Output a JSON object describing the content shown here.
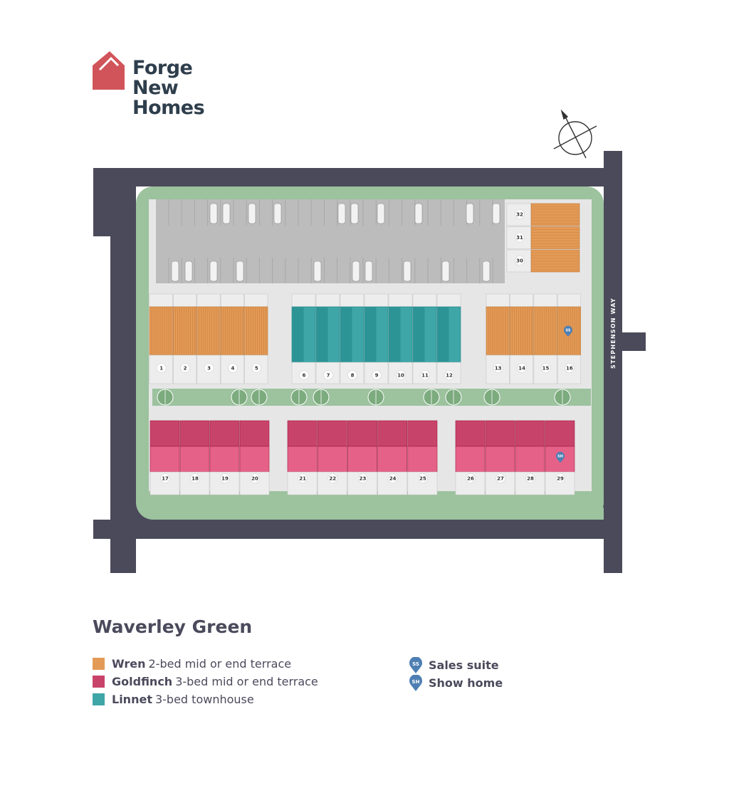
{
  "brand": {
    "line1": "Forge",
    "line2": "New Homes"
  },
  "development": {
    "name": "Waverley Green"
  },
  "road": {
    "name": "STEPHENSON WAY"
  },
  "colors": {
    "wren": "#e39a56",
    "goldfinch": "#c8436a",
    "linnet": "#3fa6a8",
    "road": "#4b4a5a",
    "green": "#9cc29e",
    "parking": "#bdbcbc",
    "pin": "#4d7fb3"
  },
  "house_types": [
    {
      "name": "Wren",
      "description": "2-bed mid or end terrace",
      "color": "#e39a56"
    },
    {
      "name": "Goldfinch",
      "description": "3-bed mid or end terrace",
      "color": "#c8436a"
    },
    {
      "name": "Linnet",
      "description": "3-bed townhouse",
      "color": "#3fa6a8"
    }
  ],
  "markers": [
    {
      "code": "SS",
      "label": "Sales suite",
      "plot": "16"
    },
    {
      "code": "SH",
      "label": "Show home",
      "plot": "29"
    }
  ],
  "plots": {
    "wren_west": [
      "1",
      "2",
      "3",
      "4",
      "5"
    ],
    "linnet": [
      "6",
      "7",
      "8",
      "9",
      "10",
      "11",
      "12"
    ],
    "wren_east": [
      "13",
      "14",
      "15",
      "16"
    ],
    "goldfinch_a": [
      "17",
      "18",
      "19",
      "20"
    ],
    "goldfinch_b": [
      "21",
      "22",
      "23",
      "24",
      "25"
    ],
    "goldfinch_c": [
      "26",
      "27",
      "28",
      "29"
    ],
    "wren_north": [
      "32",
      "31",
      "30"
    ]
  }
}
